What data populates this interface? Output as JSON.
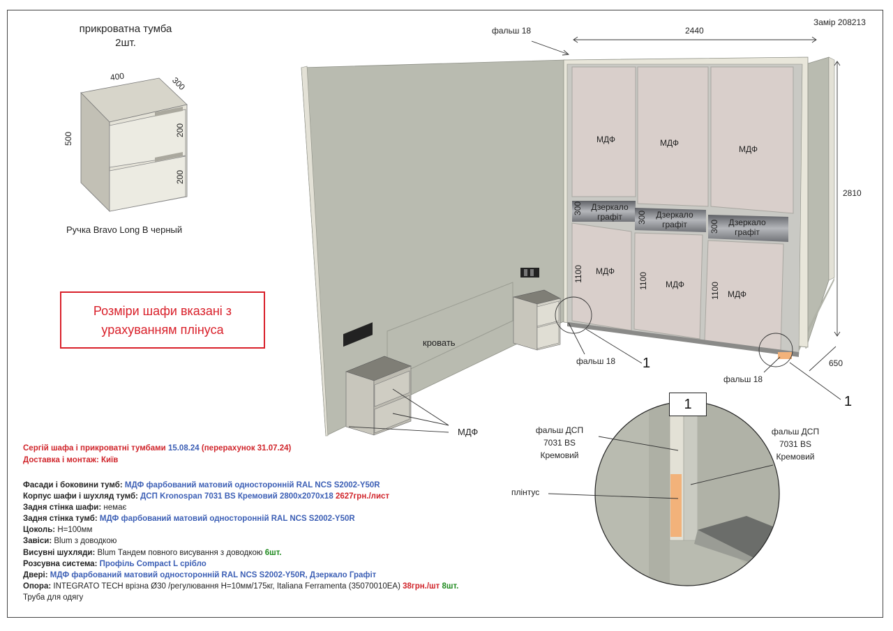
{
  "header": {
    "measure_ref": "Замір 208213"
  },
  "nightstand": {
    "title": "прикроватна тумба",
    "quantity": "2шт.",
    "dim_width": "400",
    "dim_depth": "300",
    "dim_height": "500",
    "drawer_top": "200",
    "drawer_bottom": "200",
    "handle": "Ручка Bravo Long B черный"
  },
  "warning": {
    "line1": "Розміри шафи вказані з",
    "line2": "урахуванням плінуса"
  },
  "wardrobe": {
    "falsh_top": "фальш 18",
    "width": "2440",
    "height": "2810",
    "depth": "650",
    "falsh_left_bottom": "фальш 18",
    "falsh_right_bottom": "фальш 18",
    "callout_left": "1",
    "callout_right": "1",
    "bed_label": "кровать",
    "mdf_label": "МДФ",
    "doors": [
      {
        "top": "МДФ",
        "mirror_h": "300",
        "mirror_line1": "Дзеркало",
        "mirror_line2": "графіт",
        "bottom_h": "1100",
        "bottom": "МДФ"
      },
      {
        "top": "МДФ",
        "mirror_h": "300",
        "mirror_line1": "Дзеркало",
        "mirror_line2": "графіт",
        "bottom_h": "1100",
        "bottom": "МДФ"
      },
      {
        "top": "МДФ",
        "mirror_h": "300",
        "mirror_line1": "Дзеркало",
        "mirror_line2": "графіт",
        "bottom_h": "1100",
        "bottom": "МДФ"
      }
    ]
  },
  "detail": {
    "number": "1",
    "left_line1": "фальш ДСП",
    "left_line2": "7031 BS",
    "left_line3": "Кремовий",
    "right_line1": "фальш ДСП",
    "right_line2": "7031 BS",
    "right_line3": "Кремовий",
    "plinth": "плінтус"
  },
  "order": {
    "line1_a": "Сергій шафа і прикроватні тумбами",
    "line1_b": "15.08.24",
    "line1_c": "(перерахунок 31.07.24)",
    "line2": "Доставка і монтаж: Київ"
  },
  "specs": {
    "facades_label": "Фасади і боковини тумб:",
    "facades_value": "МДФ фарбований матовий односторонній RAL NCS S2002-Y50R",
    "body_label": "Корпус шафи і шухляд тумб:",
    "body_value": "ДСП Kronospan 7031 BS Кремовий  2800x2070x18",
    "body_price": "2627грн./лист",
    "back_label": "Задня стінка шафи:",
    "back_value": "немає",
    "back2_label": "Задня стінка тумб:",
    "back2_value": "МДФ фарбований матовий односторонній RAL NCS S2002-Y50R",
    "plinth_label": "Цоколь:",
    "plinth_value": "H=100мм",
    "hinges_label": "Завіси:",
    "hinges_value": "Blum з доводкою",
    "drawers_label": "Висувні шухляди:",
    "drawers_value": "Blum Тандем повного висування з доводкою",
    "drawers_qty": "6шт.",
    "sliding_label": "Розсувна система:",
    "sliding_value": "Профіль Compact L срібло",
    "doors_label": "Двері:",
    "doors_value": "МДФ фарбований матовий односторонній RAL NCS S2002-Y50R, Дзеркало Графіт",
    "support_label": "Опора:",
    "support_value": "INTEGRATO TECH врізна Ø30 /регулювання H=10мм/175кг, Italiana Ferramenta (35070010EA)",
    "support_price": "38грн./шт",
    "support_qty": "8шт.",
    "rail": "Труба для одягу"
  },
  "colors": {
    "wall": "#b9bbb0",
    "wall_dark": "#a4a69b",
    "cream": "#e8e6da",
    "panel": "#d9cfcb",
    "mirror": "#9a9ca0",
    "nightstand_body": "#c8c6bc",
    "warning_red": "#d9202a",
    "spec_blue": "#3c5fb5",
    "plinth_orange": "#f2b27a"
  }
}
